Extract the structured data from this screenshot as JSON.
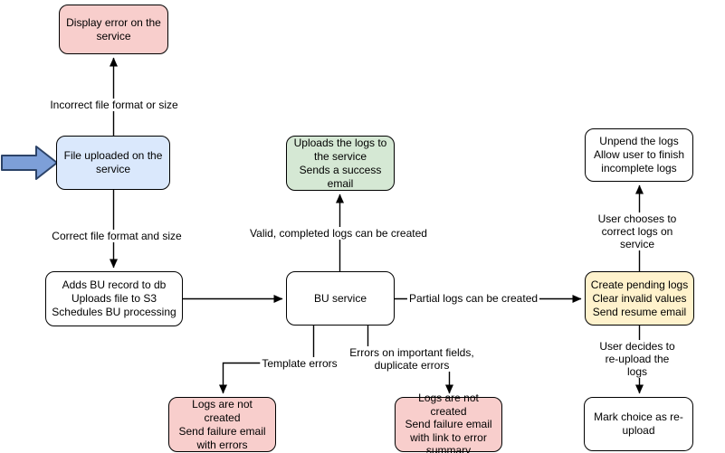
{
  "nodes": {
    "display_error": {
      "text": "Display error on the service"
    },
    "file_uploaded": {
      "text": "File uploaded on the service"
    },
    "adds_bu": {
      "text": "Adds BU record to db\nUploads file to S3\nSchedules BU processing"
    },
    "uploads_logs": {
      "text": "Uploads the logs to the service\nSends a success email"
    },
    "bu_service": {
      "text": "BU service"
    },
    "logs_errors": {
      "text": "Logs are not created\nSend failure email with errors"
    },
    "logs_summary": {
      "text": "Logs are not created\nSend failure email with link to error summary"
    },
    "create_pending": {
      "text": "Create pending logs\nClear invalid values\nSend resume email"
    },
    "unpend": {
      "text": "Unpend the logs\nAllow user to finish incomplete logs"
    },
    "mark_choice": {
      "text": "Mark choice as re-upload"
    }
  },
  "edge_labels": {
    "incorrect": "Incorrect file format or size",
    "correct": "Correct file format and size",
    "valid": "Valid, completed logs can be created",
    "partial": "Partial logs can be created",
    "choose": "User chooses to correct logs on service",
    "template": "Template errors",
    "errors": "Errors on important fields,\nduplicate errors",
    "reupload": "User decides to re-upload the logs"
  },
  "colors": {
    "pink": "#F8CECC",
    "blue": "#DAE8FC",
    "green": "#D5E8D4",
    "yellow": "#FFF2CC",
    "white": "#FFFFFF",
    "line": "#000000",
    "pointer_arrow_fill": "#7D9FD8",
    "pointer_arrow_stroke": "#2C4368"
  }
}
